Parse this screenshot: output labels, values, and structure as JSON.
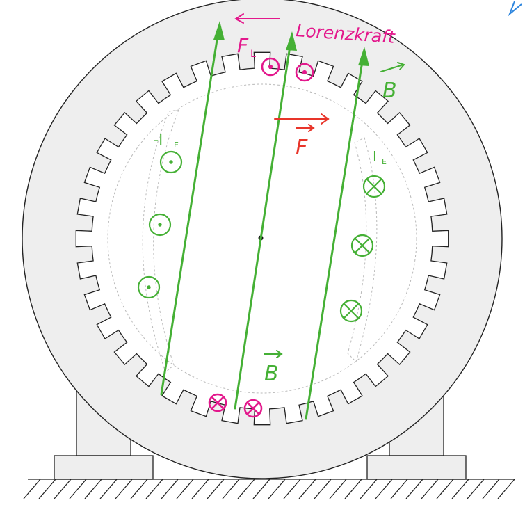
{
  "labels": {
    "force_lorentz": "F",
    "force_lorentz_sub": "L",
    "lorentz_text": "Lorenzkraft",
    "b_field_top": "B",
    "b_field_bottom": "B",
    "force": "F",
    "current_neg": "-I",
    "current_neg_sub": "E",
    "current_pos": "I",
    "current_pos_sub": "E"
  },
  "colors": {
    "green": "#45b035",
    "magenta": "#e3188c",
    "red": "#e8352a",
    "blue": "#2e86de",
    "housing": "#eeeeee",
    "stroke": "#222222",
    "dashed": "#b9b9b9"
  },
  "icons": {
    "current_out": "circle-dot-icon",
    "current_in": "circle-cross-icon"
  }
}
